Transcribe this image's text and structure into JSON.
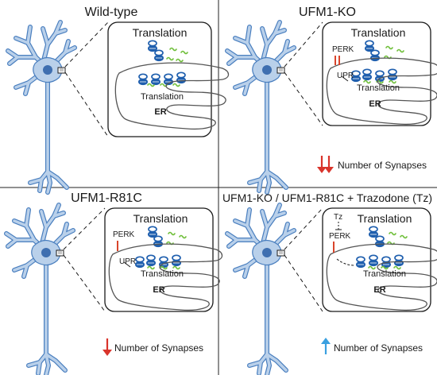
{
  "panels": [
    {
      "title": "Wild-type",
      "box_title": "Translation",
      "labels": {
        "translation": "Translation",
        "er": "ER"
      }
    },
    {
      "title": "UFM1-KO",
      "box_title": "Translation",
      "labels": {
        "perk": "PERK",
        "upr": "UPR",
        "translation": "Translation",
        "er": "ER"
      },
      "synapses": "Number of Synapses",
      "trend": "decrease-strong"
    },
    {
      "title": "UFM1-R81C",
      "box_title": "Translation",
      "labels": {
        "perk": "PERK",
        "upr": "UPR",
        "translation": "Translation",
        "er": "ER"
      },
      "synapses": "Number of Synapses",
      "trend": "decrease"
    },
    {
      "title": "UFM1-KO / UFM1-R81C + Trazodone (Tz)",
      "box_title": "Translation",
      "labels": {
        "tz": "Tz",
        "perk": "PERK",
        "translation": "Translation",
        "er": "ER"
      },
      "synapses": "Number of Synapses",
      "trend": "increase"
    }
  ],
  "colors": {
    "neuron_fill": "#b9d0ea",
    "neuron_stroke": "#4a7fbf",
    "nucleus": "#3f6fb0",
    "ribosome": "#1f5fae",
    "mrna": "#6fbf3a",
    "perk": "#d9452b",
    "down_arrow": "#d9342b",
    "up_arrow": "#3aa0e0"
  }
}
